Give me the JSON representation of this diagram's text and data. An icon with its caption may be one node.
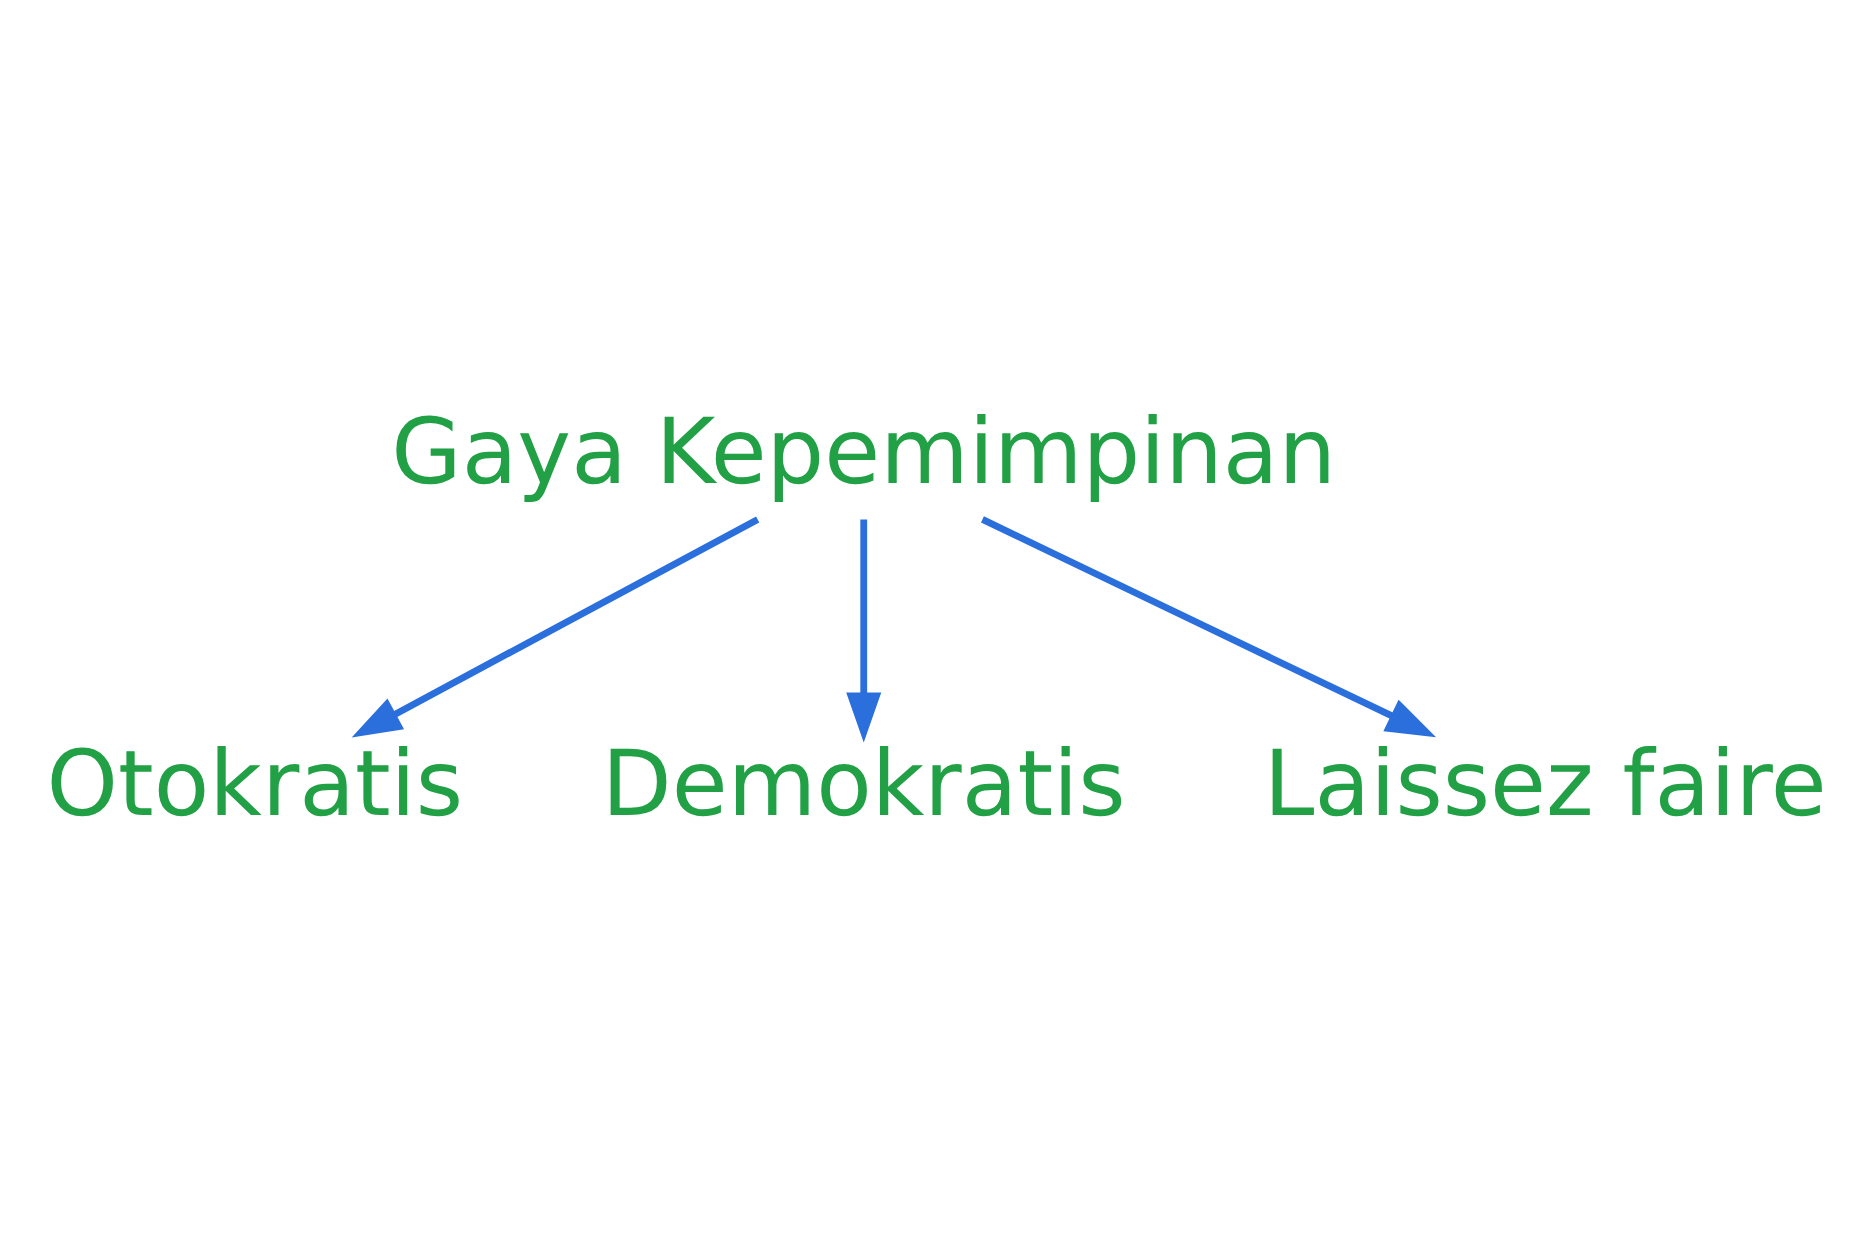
{
  "diagram": {
    "nodes": [
      {
        "text": [
          "Gaya Kepemimpinan"
        ]
      },
      {
        "text": [
          "Otokratis"
        ]
      },
      {
        "text": [
          "Demokratis"
        ]
      },
      {
        "text": [
          "Laissez faire"
        ]
      }
    ],
    "edges": [
      {
        "from": 0,
        "to": 1,
        "arrow": "to"
      },
      {
        "from": 0,
        "to": 2,
        "arrow": "to"
      },
      {
        "from": 0,
        "to": 3,
        "arrow": "to"
      }
    ]
  }
}
